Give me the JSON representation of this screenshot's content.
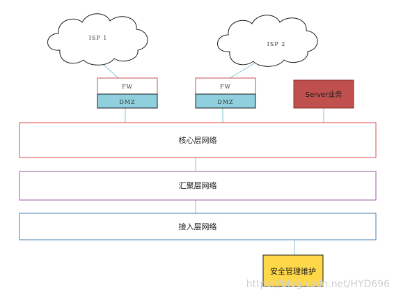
{
  "diagram": {
    "isp1_label": "ISP 1",
    "isp2_label": "ISP 2",
    "fw1_label": "FW",
    "dmz1_label": "DMZ",
    "fw2_label": "FW",
    "dmz2_label": "DMZ",
    "server_label": "Server业务",
    "core_label": "核心层网络",
    "aggregation_label": "汇聚层网络",
    "access_label": "接入层网络",
    "security_label": "安全管理维护"
  },
  "colors": {
    "link": "#7ec4d4",
    "fw_border": "#c0504d",
    "dmz_fill": "#8fcfde",
    "server_fill": "#c0504d",
    "core_border": "#e04a4a",
    "aggregation_border": "#9b5aa6",
    "access_border": "#4a7db0",
    "security_fill": "#ffd84a"
  },
  "watermark": "https://blog.csdn.net/HYD696"
}
